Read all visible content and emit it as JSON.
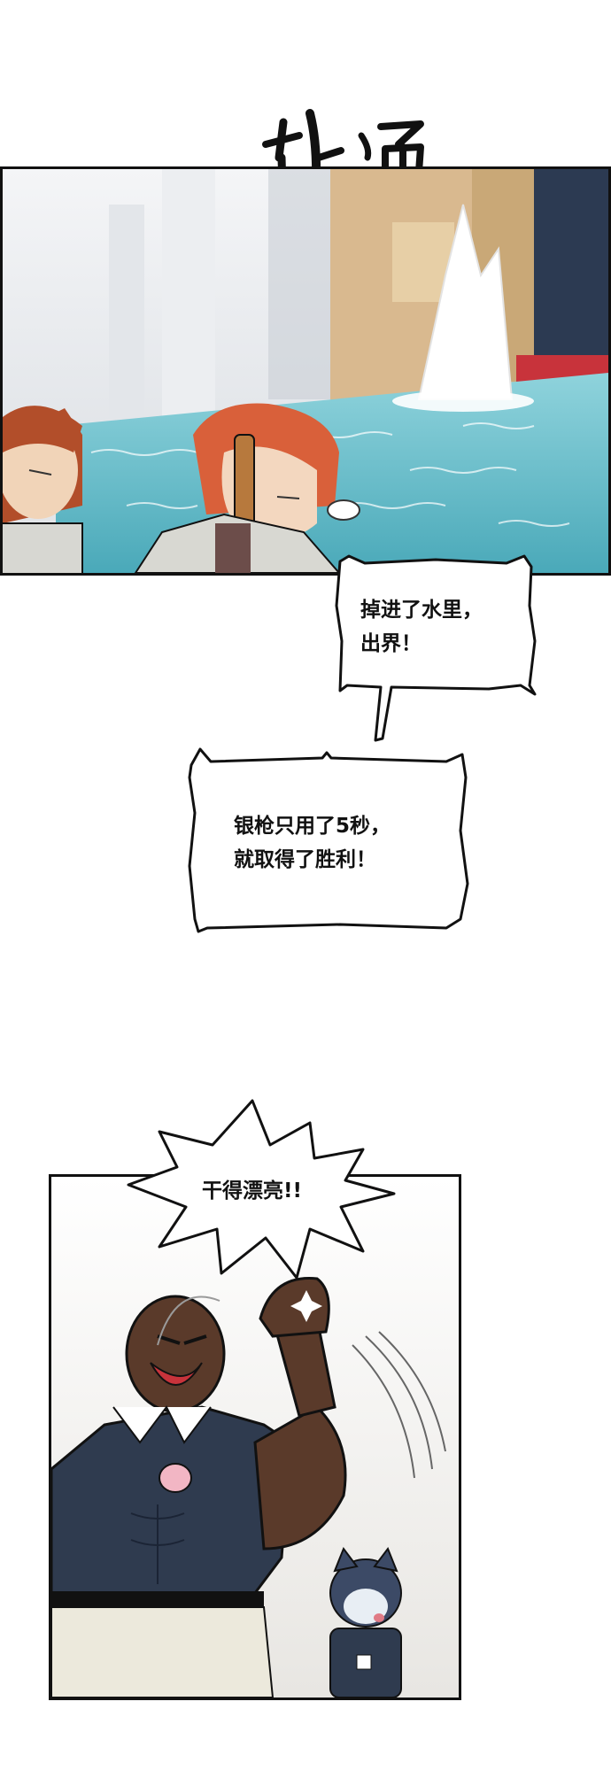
{
  "sfx": {
    "splash_sound": "扑通"
  },
  "bubbles": {
    "fell_in_water": "掉进了水里，\n出界！",
    "victory": "银枪只用了5秒，\n就取得了胜利！",
    "well_done": "干得漂亮!!"
  },
  "colors": {
    "pool_water": "#5fb8c6",
    "wall_tan": "#d9b98f",
    "wall_red": "#c8333b",
    "hair_orange": "#d9603a",
    "skin_dark": "#5a3a2a",
    "shirt_navy": "#2f3b4f"
  }
}
